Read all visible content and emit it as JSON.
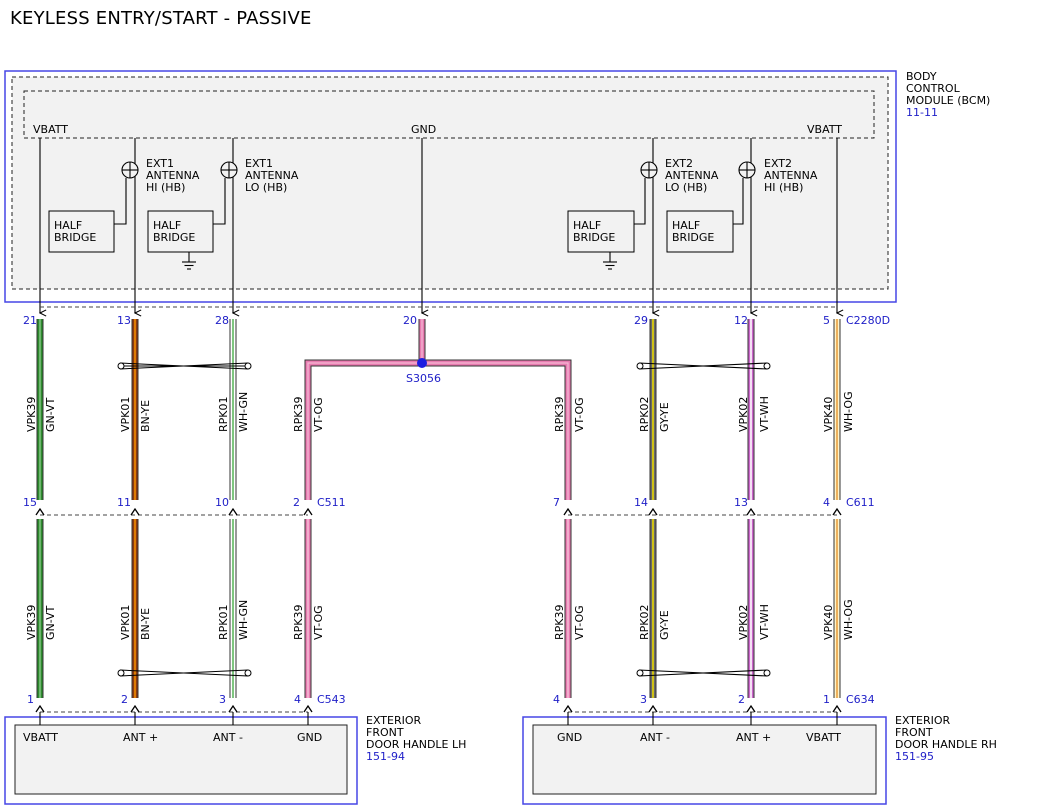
{
  "title": "KEYLESS ENTRY/START - PASSIVE",
  "bcm": {
    "label_lines": [
      "BODY",
      "CONTROL",
      "MODULE (BCM)"
    ],
    "ref": "11-11",
    "pins": {
      "vbatt_left": "VBATT",
      "gnd": "GND",
      "vbatt_right": "VBATT"
    },
    "antennas": [
      {
        "lines": [
          "EXT1",
          "ANTENNA",
          "HI (HB)"
        ]
      },
      {
        "lines": [
          "EXT1",
          "ANTENNA",
          "LO (HB)"
        ]
      },
      {
        "lines": [
          "EXT2",
          "ANTENNA",
          "LO (HB)"
        ]
      },
      {
        "lines": [
          "EXT2",
          "ANTENNA",
          "HI (HB)"
        ]
      }
    ],
    "half_bridges": [
      {
        "lines": [
          "HALF",
          "BRIDGE"
        ]
      },
      {
        "lines": [
          "HALF",
          "BRIDGE"
        ]
      },
      {
        "lines": [
          "HALF",
          "BRIDGE"
        ]
      },
      {
        "lines": [
          "HALF",
          "BRIDGE"
        ]
      }
    ]
  },
  "connectors": {
    "c2280d": {
      "name": "C2280D",
      "pins": [
        "21",
        "13",
        "28",
        "20",
        "29",
        "12",
        "5"
      ]
    },
    "c511": {
      "name": "C511",
      "pins": [
        "15",
        "11",
        "10",
        "2"
      ]
    },
    "c611": {
      "name": "C611",
      "pins": [
        "7",
        "14",
        "13",
        "4"
      ]
    },
    "c543": {
      "name": "C543",
      "pins": [
        "1",
        "2",
        "3",
        "4"
      ]
    },
    "c634": {
      "name": "C634",
      "pins": [
        "4",
        "3",
        "2",
        "1"
      ]
    }
  },
  "splice": "S3056",
  "wires": {
    "upper": [
      {
        "circuit": "VPK39",
        "color": "GN-VT"
      },
      {
        "circuit": "VPK01",
        "color": "BN-YE"
      },
      {
        "circuit": "RPK01",
        "color": "WH-GN"
      },
      {
        "circuit": "RPK39",
        "color": "VT-OG"
      },
      {
        "circuit": "RPK39",
        "color": "VT-OG"
      },
      {
        "circuit": "RPK02",
        "color": "GY-YE"
      },
      {
        "circuit": "VPK02",
        "color": "VT-WH"
      },
      {
        "circuit": "VPK40",
        "color": "WH-OG"
      }
    ],
    "lower": [
      {
        "circuit": "VPK39",
        "color": "GN-VT"
      },
      {
        "circuit": "VPK01",
        "color": "BN-YE"
      },
      {
        "circuit": "RPK01",
        "color": "WH-GN"
      },
      {
        "circuit": "RPK39",
        "color": "VT-OG"
      },
      {
        "circuit": "RPK39",
        "color": "VT-OG"
      },
      {
        "circuit": "RPK02",
        "color": "GY-YE"
      },
      {
        "circuit": "VPK02",
        "color": "VT-WH"
      },
      {
        "circuit": "VPK40",
        "color": "WH-OG"
      }
    ]
  },
  "door_lh": {
    "label_lines": [
      "EXTERIOR",
      "FRONT",
      "DOOR HANDLE LH"
    ],
    "ref": "151-94",
    "pins": [
      "VBATT",
      "ANT +",
      "ANT -",
      "GND"
    ]
  },
  "door_rh": {
    "label_lines": [
      "EXTERIOR",
      "FRONT",
      "DOOR HANDLE RH"
    ],
    "ref": "151-95",
    "pins": [
      "GND",
      "ANT -",
      "ANT +",
      "VBATT"
    ]
  },
  "colors": {
    "module_border": "#4646e6",
    "pin_number": "#2020c8",
    "ref_link": "#2020c8",
    "module_fill": "#f2f2f2",
    "wire_green": "#2e8b2e",
    "wire_brown": "#8b3a0f",
    "wire_orange_stripe": "#f28c00",
    "wire_white": "#ffffff",
    "wire_green_stripe": "#5fb85f",
    "wire_pink": "#e87bb0",
    "wire_gray": "#6b6b6b",
    "wire_yellow_stripe": "#e8d800",
    "wire_violet": "#cc66cc",
    "wire_cream": "#fff3c8",
    "splice_dot": "#1d1de0"
  }
}
